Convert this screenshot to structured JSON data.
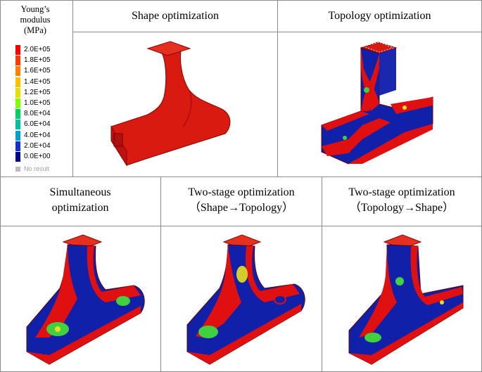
{
  "legend": {
    "title_lines": [
      "Young’s",
      "modulus",
      "(MPa)"
    ],
    "ticks": [
      "2.0E+05",
      "1.8E+05",
      "1.6E+05",
      "1.4E+05",
      "1.2E+05",
      "1.0E+05",
      "8.0E+04",
      "6.0E+04",
      "4.0E+04",
      "2.0E+04",
      "0.0E+00"
    ],
    "tick_colors": [
      "#ff0000",
      "#ff3a00",
      "#ff8000",
      "#ffc000",
      "#e8e000",
      "#80ff00",
      "#00d060",
      "#00c0a0",
      "#00a0d0",
      "#1030d0",
      "#00008b"
    ],
    "no_result_label": "No result"
  },
  "panels": {
    "shape": {
      "title": "Shape optimization"
    },
    "topology": {
      "title": "Topology optimization"
    },
    "simultaneous": {
      "title_line1": "Simultaneous",
      "title_line2": "optimization"
    },
    "two_stage_st": {
      "title_line1": "Two-stage optimization",
      "title_line2": "（Shape→Topology）"
    },
    "two_stage_ts": {
      "title_line1": "Two-stage optimization",
      "title_line2": "（Topology→Shape）"
    }
  },
  "colors": {
    "red": "#e01010",
    "dark_red": "#a80808",
    "blue": "#1020a8",
    "green": "#40d040",
    "yellow": "#e8e020"
  }
}
